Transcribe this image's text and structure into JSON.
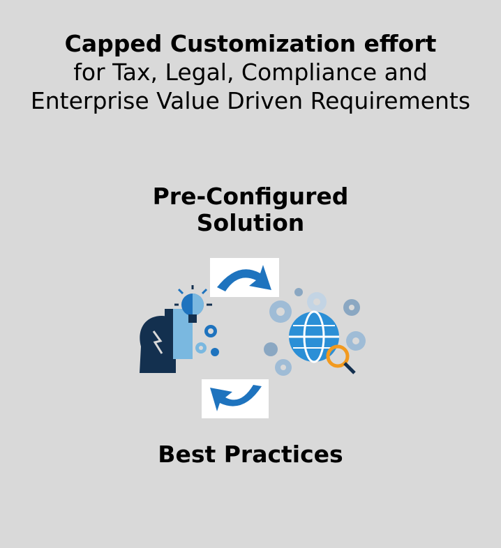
{
  "header": {
    "title": "Capped Customization effort",
    "line2": "for Tax, Legal, Compliance and",
    "line3": "Enterprise Value Driven Requirements"
  },
  "solution": {
    "line1": "Pre-Configured",
    "line2": "Solution"
  },
  "practices": {
    "label": "Best Practices"
  },
  "colors": {
    "background": "#d9d9d9",
    "arrow_blue": "#1e73be",
    "navy": "#13304f",
    "accent_orange": "#f29a1f",
    "light_blue": "#7ab8e0"
  },
  "icons": {
    "arrow_top": "curved-arrow-right-icon",
    "arrow_bottom": "curved-arrow-left-icon",
    "left_illustration": "human-head-lightbulb-gears-icon",
    "right_illustration": "globe-gears-magnifier-icon"
  }
}
